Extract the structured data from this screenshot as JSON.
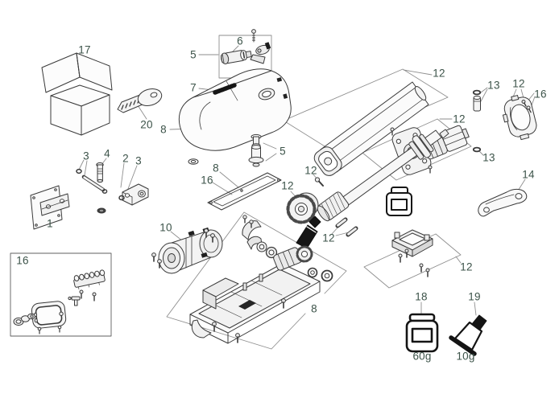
{
  "page": {
    "background": "#ffffff"
  },
  "diagram": {
    "kind": "exploded-parts-diagram",
    "label_color": "#3c5349",
    "line_color": "#3a3a3a",
    "frame_color": "#8e8e8e",
    "callouts": [
      {
        "text": "17",
        "target": "packaging-box"
      },
      {
        "text": "20",
        "target": "release-key"
      },
      {
        "text": "5",
        "target": "release-lock-assembly"
      },
      {
        "text": "6",
        "target": "lock-cylinder"
      },
      {
        "text": "7",
        "target": "screw-set"
      },
      {
        "text": "8",
        "target": "gearbox-cover"
      },
      {
        "text": "5",
        "target": "release-pin"
      },
      {
        "text": "8",
        "target": "cover-gasket"
      },
      {
        "text": "16",
        "target": "cover-gasket"
      },
      {
        "text": "12",
        "target": "profile-tube"
      },
      {
        "text": "13",
        "target": "pin-and-oring"
      },
      {
        "text": "12",
        "target": "end-cap"
      },
      {
        "text": "16",
        "target": "end-cap-screws"
      },
      {
        "text": "12",
        "target": "flange-assembly"
      },
      {
        "text": "13",
        "target": "o-ring"
      },
      {
        "text": "14",
        "target": "front-bracket"
      },
      {
        "text": "12",
        "target": "grub-screw"
      },
      {
        "text": "12",
        "target": "drive-gear"
      },
      {
        "text": "12",
        "target": "roll-pins"
      },
      {
        "text": "12",
        "target": "clamp-saddle"
      },
      {
        "text": "1",
        "target": "rear-bracket"
      },
      {
        "text": "3",
        "target": "snap-rings"
      },
      {
        "text": "4",
        "target": "pivot-bolt"
      },
      {
        "text": "2",
        "target": "clevis"
      },
      {
        "text": "3",
        "target": "snap-ring"
      },
      {
        "text": "10",
        "target": "motor"
      },
      {
        "text": "8",
        "target": "base-assembly"
      },
      {
        "text": "16",
        "target": "junction-box-kit"
      },
      {
        "text": "18",
        "target": "grease-jar"
      },
      {
        "text": "60g",
        "target": "grease-jar-weight"
      },
      {
        "text": "19",
        "target": "grease-tube"
      },
      {
        "text": "10g",
        "target": "grease-tube-weight"
      }
    ]
  }
}
